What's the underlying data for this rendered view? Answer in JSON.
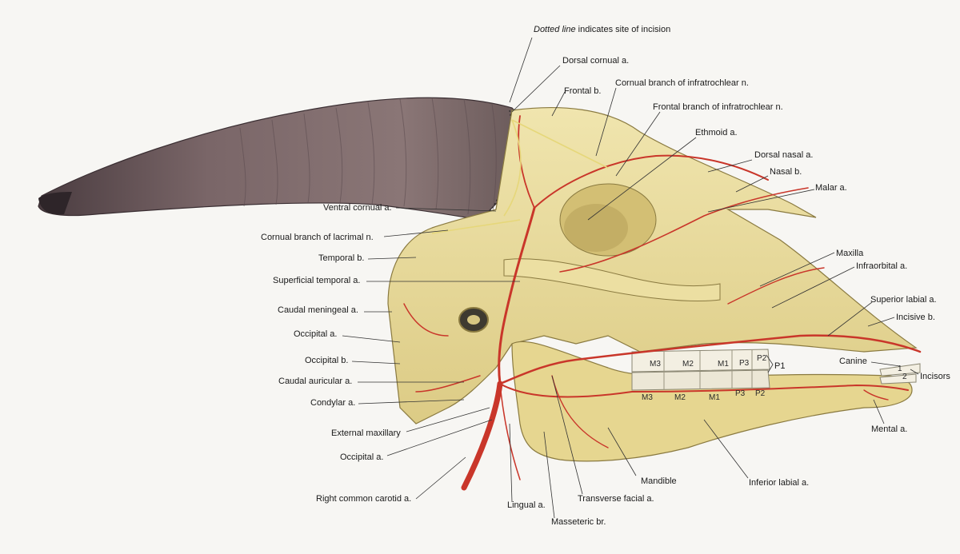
{
  "caption": {
    "emphasis": "Dotted line",
    "rest": " indicates site of incision"
  },
  "labels": {
    "dorsal_cornual": "Dorsal cornual a.",
    "frontal_b": "Frontal b.",
    "cornual_infratrochlear": "Cornual branch of infratrochlear n.",
    "frontal_infratrochlear": "Frontal branch of infratrochlear n.",
    "ethmoid": "Ethmoid a.",
    "dorsal_nasal": "Dorsal nasal a.",
    "nasal_b": "Nasal b.",
    "malar": "Malar a.",
    "ventral_cornual": "Ventral cornual a.",
    "cornual_lacrimal": "Cornual branch of lacrimal n.",
    "temporal_b": "Temporal b.",
    "superficial_temporal": "Superficial temporal a.",
    "caudal_meningeal": "Caudal meningeal a.",
    "occipital_a_upper": "Occipital a.",
    "occipital_b": "Occipital b.",
    "caudal_auricular": "Caudal auricular a.",
    "condylar": "Condylar a.",
    "external_maxillary": "External maxillary",
    "occipital_a_lower": "Occipital a.",
    "right_common_carotid": "Right common carotid a.",
    "lingual": "Lingual a.",
    "masseteric": "Masseteric br.",
    "transverse_facial": "Transverse facial a.",
    "mandible": "Mandible",
    "inferior_labial": "Inferior labial a.",
    "maxilla": "Maxilla",
    "infraorbital": "Infraorbital a.",
    "superior_labial": "Superior labial a.",
    "incisive_b": "Incisive b.",
    "canine": "Canine",
    "p1": "P1",
    "incisors": "Incisors",
    "mental": "Mental a."
  },
  "teeth": {
    "upper": [
      "M3",
      "M2",
      "M1",
      "P3",
      "P2"
    ],
    "lower": [
      "M3",
      "M2",
      "M1",
      "P3",
      "P2"
    ],
    "lower_incisors": [
      "1",
      "2"
    ]
  },
  "colors": {
    "bone": "#e9dc9c",
    "bone_shadow": "#c9b56e",
    "horn": "#6e5b5b",
    "horn_dark": "#3e3236",
    "artery": "#c9362a",
    "nerve": "#e6d77a",
    "leader": "#333333"
  }
}
